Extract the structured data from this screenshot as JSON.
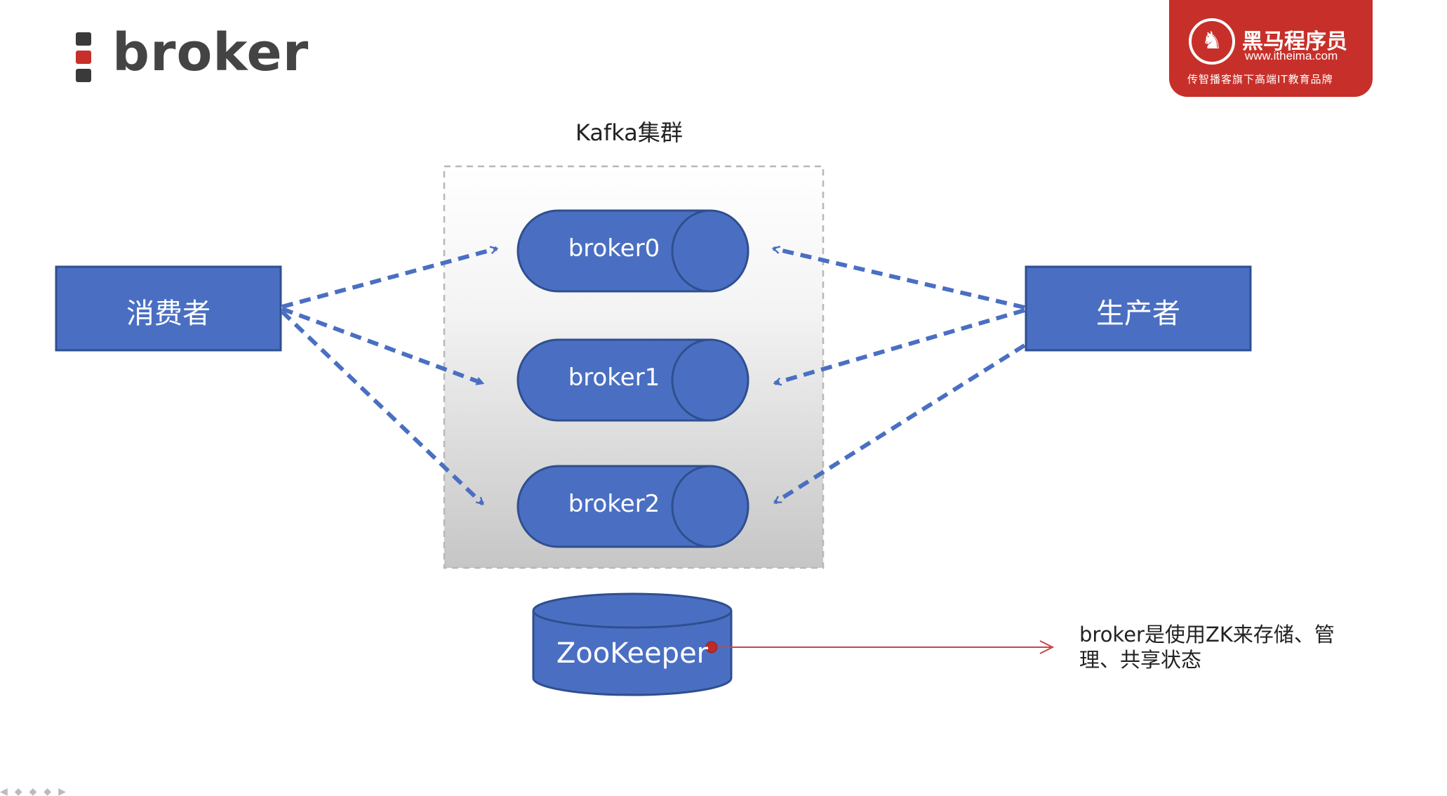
{
  "slide": {
    "title": "broker",
    "title_bar_colors": [
      "#3a3a3a",
      "#c7302a",
      "#3a3a3a"
    ],
    "accent_color": "#4a6fc2",
    "cluster_label": "Kafka集群",
    "consumer_label": "消费者",
    "producer_label": "生产者",
    "brokers": [
      {
        "label": "broker0"
      },
      {
        "label": "broker1"
      },
      {
        "label": "broker2"
      }
    ],
    "zookeeper_label": "ZooKeeper",
    "note_text": "broker是使用ZK来存储、管理、共享状态"
  },
  "logo": {
    "name": "黑马程序员",
    "url": "www.itheima.com",
    "slogan": "传智播客旗下高端IT教育品牌",
    "color": "#c7302a",
    "icon": "horse-head-icon"
  }
}
